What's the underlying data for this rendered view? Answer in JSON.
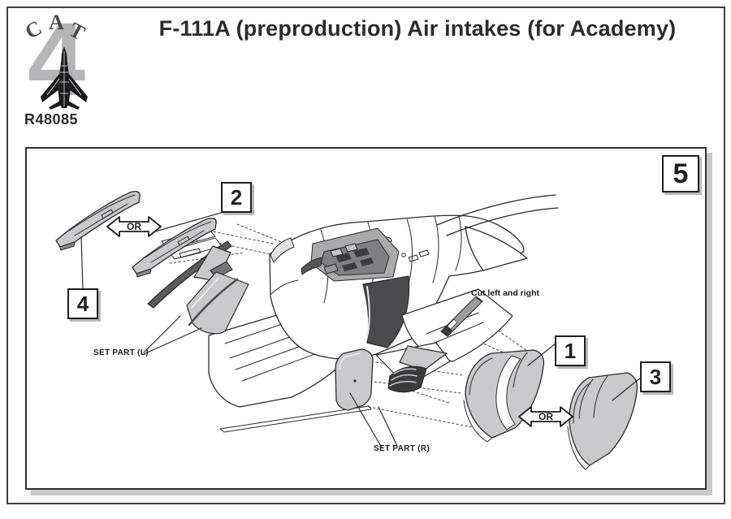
{
  "page": {
    "background": "#ffffff",
    "border_color": "#3f3f41"
  },
  "header": {
    "logo": {
      "brand_letters": [
        "C",
        "A",
        "T"
      ],
      "brand_numeral": "4",
      "aircraft_icon": "f111-top-view-silhouette",
      "product_code": "R48085"
    },
    "title": "F-111A (preproduction) Air intakes (for Academy)"
  },
  "diagram": {
    "step_number": "5",
    "or_label": "OR",
    "callouts": [
      {
        "number": "1"
      },
      {
        "number": "2"
      },
      {
        "number": "3"
      },
      {
        "number": "4"
      }
    ],
    "annotations": {
      "set_part_left": "SET PART (L)",
      "set_part_right": "SET PART (R)",
      "cut_note": "Cut left and right"
    },
    "colors": {
      "part_fill": "#c9c9cb",
      "dark_fill": "#4b4b4d",
      "line": "#2b2b2d",
      "frame_shadow": "#c7c7c9"
    }
  }
}
